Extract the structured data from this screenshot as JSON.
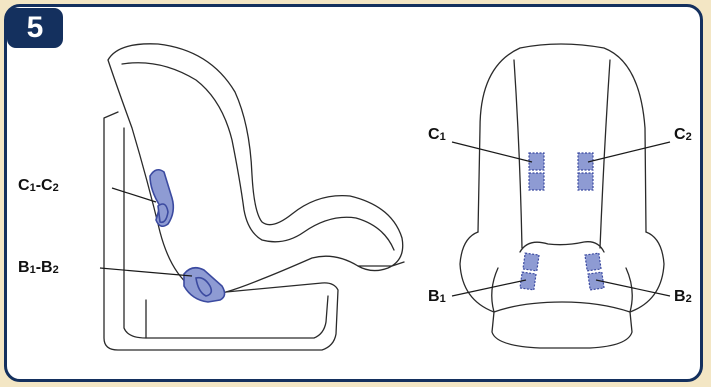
{
  "step_number": "5",
  "labels": {
    "side_upper": {
      "letter_a": "C",
      "sub_a": "1",
      "sep": "-",
      "letter_b": "C",
      "sub_b": "2"
    },
    "side_lower": {
      "letter_a": "B",
      "sub_a": "1",
      "sep": "-",
      "letter_b": "B",
      "sub_b": "2"
    },
    "front_c1": {
      "letter": "C",
      "sub": "1"
    },
    "front_c2": {
      "letter": "C",
      "sub": "2"
    },
    "front_b1": {
      "letter": "B",
      "sub": "1"
    },
    "front_b2": {
      "letter": "B",
      "sub": "2"
    }
  },
  "colors": {
    "frame": "#14305e",
    "background": "#f3e6c4",
    "pad": "#8e9bd3"
  }
}
